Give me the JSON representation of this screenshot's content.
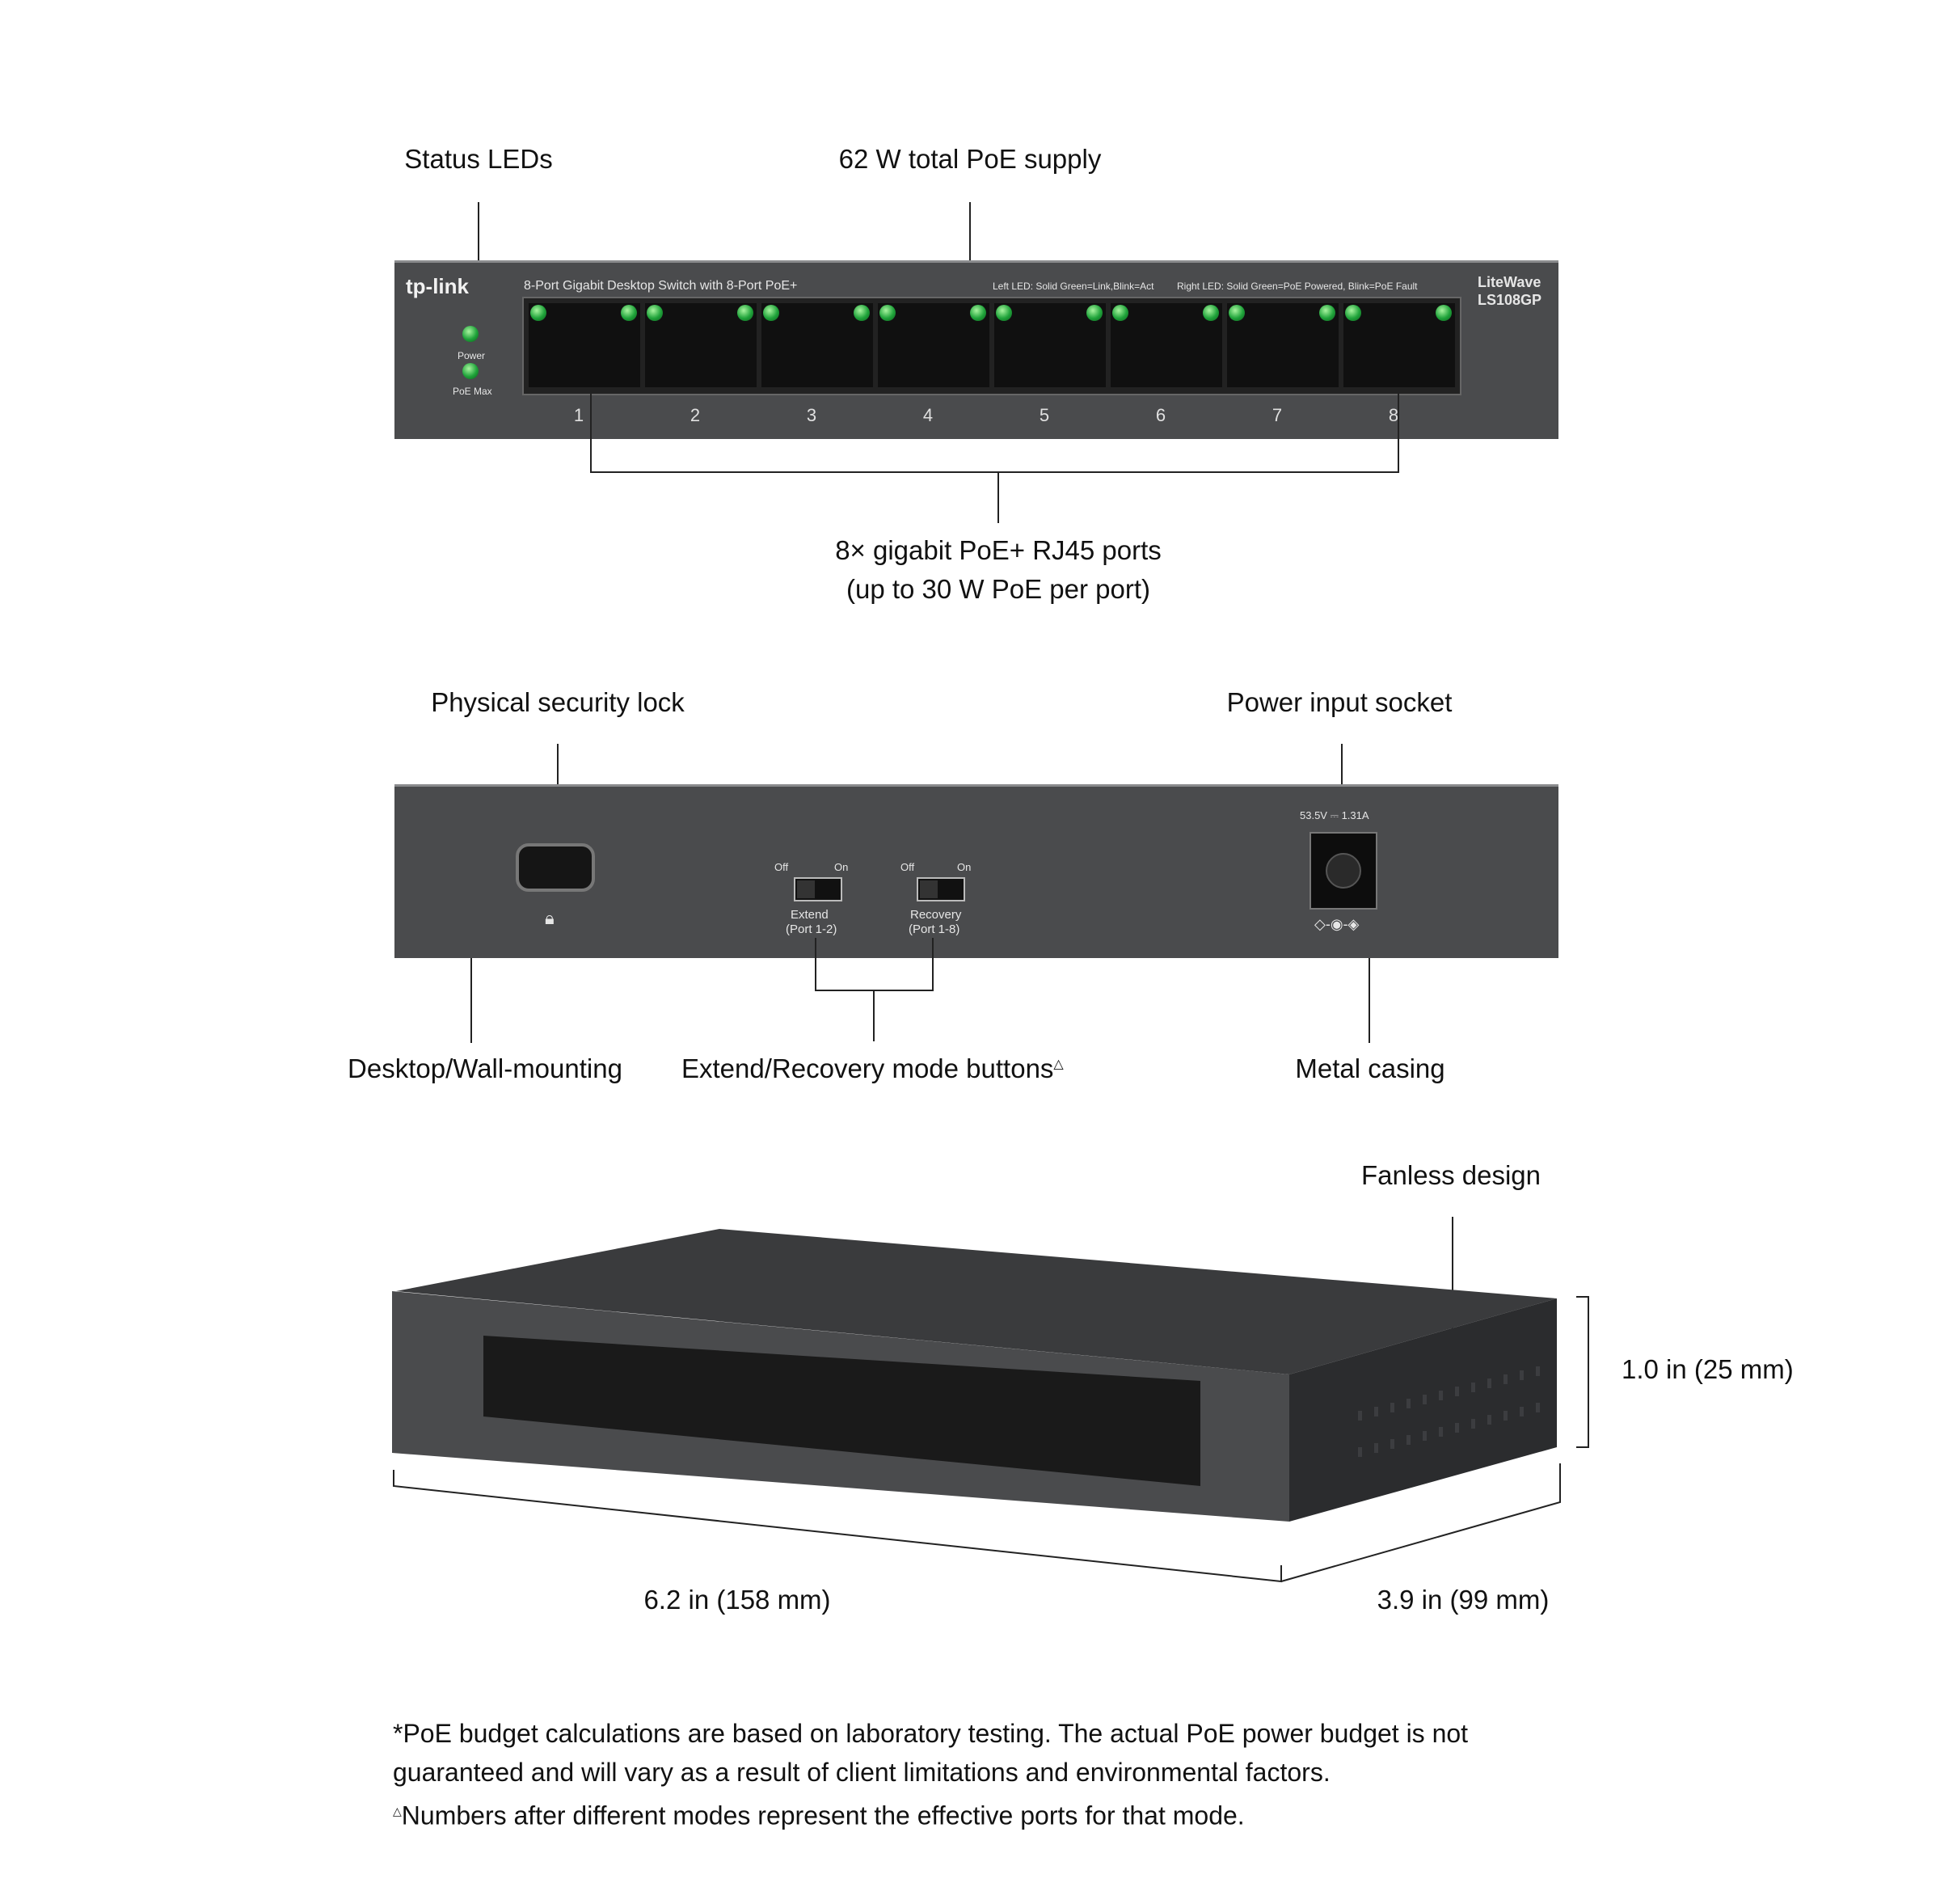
{
  "callouts": {
    "status_leds": "Status LEDs",
    "poe_supply": "62 W total PoE supply",
    "ports_line1": "8× gigabit PoE+ RJ45 ports",
    "ports_line2": "(up to 30 W PoE per port)",
    "security_lock": "Physical security lock",
    "power_socket": "Power input socket",
    "mounting": "Desktop/Wall-mounting",
    "mode_buttons": "Extend/Recovery mode buttons",
    "mode_buttons_mark": "△",
    "metal_casing": "Metal casing",
    "fanless": "Fanless design",
    "height": "1.0 in (25 mm)",
    "width": "6.2 in (158 mm)",
    "depth": "3.9 in (99 mm)"
  },
  "front_panel": {
    "brand": "tp-link",
    "title": "8-Port Gigabit Desktop Switch with 8-Port PoE+",
    "left_led_legend": "Left LED: Solid Green=Link,Blink=Act",
    "right_led_legend": "Right LED: Solid Green=PoE Powered, Blink=PoE Fault",
    "series": "LiteWave",
    "model": "LS108GP",
    "led_power": "Power",
    "led_poe_max": "PoE Max",
    "port_numbers": [
      "1",
      "2",
      "3",
      "4",
      "5",
      "6",
      "7",
      "8"
    ]
  },
  "rear_panel": {
    "power_rating": "53.5V ⎓ 1.31A",
    "switch_off": "Off",
    "switch_on": "On",
    "extend_label": "Extend",
    "extend_ports": "(Port 1-2)",
    "recovery_label": "Recovery",
    "recovery_ports": "(Port 1-8)",
    "polarity_symbol": "◇-◉-◈"
  },
  "footnotes": {
    "line1": "*PoE budget calculations are based on laboratory testing. The actual PoE power budget is not",
    "line2": "guaranteed and will vary as a result of client limitations and environmental factors.",
    "line3_mark": "△",
    "line3": "Numbers after different modes represent the effective ports for that mode."
  },
  "colors": {
    "casing": "#4a4b4d",
    "port": "#101010",
    "led_green": "#1fa33a",
    "text": "#111111"
  }
}
